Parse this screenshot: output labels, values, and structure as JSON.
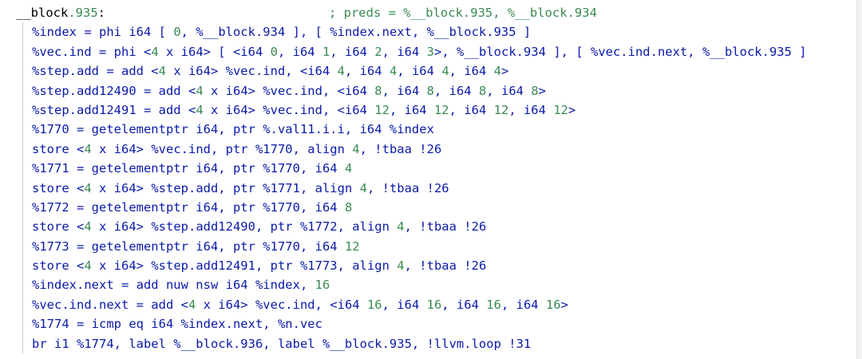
{
  "colors": {
    "default": "#000000",
    "keyword": "#0a1aa8",
    "number": "#3a8a53",
    "comment": "#3a8a53",
    "label": "#000000"
  },
  "lines": [
    {
      "label": true,
      "tokens": [
        {
          "t": "__block",
          "c": "label"
        },
        {
          "t": ".935",
          "c": "number"
        },
        {
          "t": ":",
          "c": "label"
        },
        {
          "t": "                              ; preds = %__block.935, %__block.934",
          "c": "comment"
        }
      ]
    },
    {
      "tokens": [
        {
          "t": "%index = phi i64 [ ",
          "c": "keyword"
        },
        {
          "t": "0",
          "c": "number"
        },
        {
          "t": ", %__block.934 ], [ %index.next, %__block.935 ]",
          "c": "keyword"
        }
      ]
    },
    {
      "tokens": [
        {
          "t": "%vec.ind = phi <",
          "c": "keyword"
        },
        {
          "t": "4",
          "c": "number"
        },
        {
          "t": " x i64> [ <i64 ",
          "c": "keyword"
        },
        {
          "t": "0",
          "c": "number"
        },
        {
          "t": ", i64 ",
          "c": "keyword"
        },
        {
          "t": "1",
          "c": "number"
        },
        {
          "t": ", i64 ",
          "c": "keyword"
        },
        {
          "t": "2",
          "c": "number"
        },
        {
          "t": ", i64 ",
          "c": "keyword"
        },
        {
          "t": "3",
          "c": "number"
        },
        {
          "t": ">, %__block.934 ], [ %vec.ind.next, %__block.935 ]",
          "c": "keyword"
        }
      ]
    },
    {
      "tokens": [
        {
          "t": "%step.add = add <",
          "c": "keyword"
        },
        {
          "t": "4",
          "c": "number"
        },
        {
          "t": " x i64> %vec.ind, <i64 ",
          "c": "keyword"
        },
        {
          "t": "4",
          "c": "number"
        },
        {
          "t": ", i64 ",
          "c": "keyword"
        },
        {
          "t": "4",
          "c": "number"
        },
        {
          "t": ", i64 ",
          "c": "keyword"
        },
        {
          "t": "4",
          "c": "number"
        },
        {
          "t": ", i64 ",
          "c": "keyword"
        },
        {
          "t": "4",
          "c": "number"
        },
        {
          "t": ">",
          "c": "keyword"
        }
      ]
    },
    {
      "tokens": [
        {
          "t": "%step.add12490 = add <",
          "c": "keyword"
        },
        {
          "t": "4",
          "c": "number"
        },
        {
          "t": " x i64> %vec.ind, <i64 ",
          "c": "keyword"
        },
        {
          "t": "8",
          "c": "number"
        },
        {
          "t": ", i64 ",
          "c": "keyword"
        },
        {
          "t": "8",
          "c": "number"
        },
        {
          "t": ", i64 ",
          "c": "keyword"
        },
        {
          "t": "8",
          "c": "number"
        },
        {
          "t": ", i64 ",
          "c": "keyword"
        },
        {
          "t": "8",
          "c": "number"
        },
        {
          "t": ">",
          "c": "keyword"
        }
      ]
    },
    {
      "tokens": [
        {
          "t": "%step.add12491 = add <",
          "c": "keyword"
        },
        {
          "t": "4",
          "c": "number"
        },
        {
          "t": " x i64> %vec.ind, <i64 ",
          "c": "keyword"
        },
        {
          "t": "12",
          "c": "number"
        },
        {
          "t": ", i64 ",
          "c": "keyword"
        },
        {
          "t": "12",
          "c": "number"
        },
        {
          "t": ", i64 ",
          "c": "keyword"
        },
        {
          "t": "12",
          "c": "number"
        },
        {
          "t": ", i64 ",
          "c": "keyword"
        },
        {
          "t": "12",
          "c": "number"
        },
        {
          "t": ">",
          "c": "keyword"
        }
      ]
    },
    {
      "tokens": [
        {
          "t": "%1770 = getelementptr i64, ptr %.val11.i.i, i64 %index",
          "c": "keyword"
        }
      ]
    },
    {
      "tokens": [
        {
          "t": "store <",
          "c": "keyword"
        },
        {
          "t": "4",
          "c": "number"
        },
        {
          "t": " x i64> %vec.ind, ptr %1770, align ",
          "c": "keyword"
        },
        {
          "t": "4",
          "c": "number"
        },
        {
          "t": ", !tbaa !26",
          "c": "keyword"
        }
      ]
    },
    {
      "tokens": [
        {
          "t": "%1771 = getelementptr i64, ptr %1770, i64 ",
          "c": "keyword"
        },
        {
          "t": "4",
          "c": "number"
        }
      ]
    },
    {
      "tokens": [
        {
          "t": "store <",
          "c": "keyword"
        },
        {
          "t": "4",
          "c": "number"
        },
        {
          "t": " x i64> %step.add, ptr %1771, align ",
          "c": "keyword"
        },
        {
          "t": "4",
          "c": "number"
        },
        {
          "t": ", !tbaa !26",
          "c": "keyword"
        }
      ]
    },
    {
      "tokens": [
        {
          "t": "%1772 = getelementptr i64, ptr %1770, i64 ",
          "c": "keyword"
        },
        {
          "t": "8",
          "c": "number"
        }
      ]
    },
    {
      "tokens": [
        {
          "t": "store <",
          "c": "keyword"
        },
        {
          "t": "4",
          "c": "number"
        },
        {
          "t": " x i64> %step.add12490, ptr %1772, align ",
          "c": "keyword"
        },
        {
          "t": "4",
          "c": "number"
        },
        {
          "t": ", !tbaa !26",
          "c": "keyword"
        }
      ]
    },
    {
      "tokens": [
        {
          "t": "%1773 = getelementptr i64, ptr %1770, i64 ",
          "c": "keyword"
        },
        {
          "t": "12",
          "c": "number"
        }
      ]
    },
    {
      "tokens": [
        {
          "t": "store <",
          "c": "keyword"
        },
        {
          "t": "4",
          "c": "number"
        },
        {
          "t": " x i64> %step.add12491, ptr %1773, align ",
          "c": "keyword"
        },
        {
          "t": "4",
          "c": "number"
        },
        {
          "t": ", !tbaa !26",
          "c": "keyword"
        }
      ]
    },
    {
      "tokens": [
        {
          "t": "%index.next = add nuw nsw i64 %index, ",
          "c": "keyword"
        },
        {
          "t": "16",
          "c": "number"
        }
      ]
    },
    {
      "tokens": [
        {
          "t": "%vec.ind.next = add <",
          "c": "keyword"
        },
        {
          "t": "4",
          "c": "number"
        },
        {
          "t": " x i64> %vec.ind, <i64 ",
          "c": "keyword"
        },
        {
          "t": "16",
          "c": "number"
        },
        {
          "t": ", i64 ",
          "c": "keyword"
        },
        {
          "t": "16",
          "c": "number"
        },
        {
          "t": ", i64 ",
          "c": "keyword"
        },
        {
          "t": "16",
          "c": "number"
        },
        {
          "t": ", i64 ",
          "c": "keyword"
        },
        {
          "t": "16",
          "c": "number"
        },
        {
          "t": ">",
          "c": "keyword"
        }
      ]
    },
    {
      "tokens": [
        {
          "t": "%1774 = icmp eq i64 %index.next, %n.vec",
          "c": "keyword"
        }
      ]
    },
    {
      "tokens": [
        {
          "t": "br i1 %1774, label %__block.936, label %__block.935, !llvm.loop !31",
          "c": "keyword"
        }
      ]
    }
  ]
}
